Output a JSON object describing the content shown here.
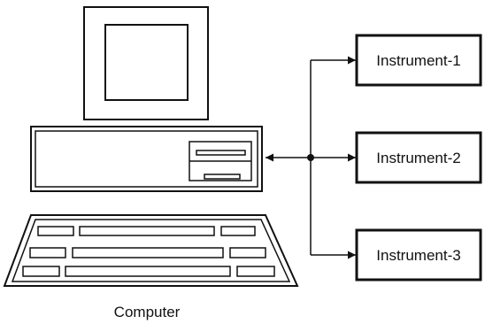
{
  "diagram": {
    "computer_label": "Computer",
    "instruments": [
      {
        "label": "Instrument-1"
      },
      {
        "label": "Instrument-2"
      },
      {
        "label": "Instrument-3"
      }
    ]
  },
  "colors": {
    "stroke": "#111111",
    "background": "#ffffff"
  }
}
